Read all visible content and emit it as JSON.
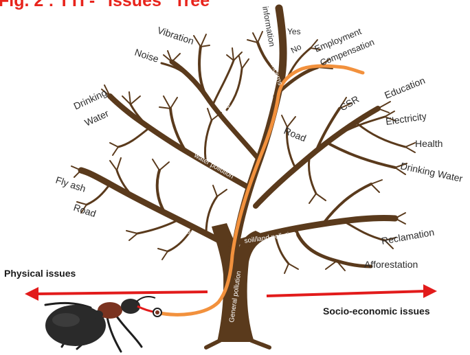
{
  "title": "Fig. 2 : TTI - \"Issues\" Tree",
  "colors": {
    "title": "#e8241c",
    "wood": "#5a3a1c",
    "path": "#f2913d",
    "arrow": "#e21b1b"
  },
  "left_heading": "Physical issues",
  "right_heading": "Socio-economic  issues",
  "trunk_label": "General  pollution",
  "branch_labels": {
    "air": "Air pollution",
    "water": "water  pollution",
    "noise": "noise  pollution",
    "soil": "soil/land  pollution",
    "social": "social  concerns"
  },
  "leaf_labels": {
    "information": "information",
    "yes": "Yes",
    "no": "No",
    "employment": "Employment",
    "compensation": "Compensation",
    "vibration": "Vibration",
    "noise": "Noise",
    "drinking_water_left_1": "Drinking",
    "drinking_water_left_2": "Water",
    "fly_ash": "Fly ash",
    "road_left": "Road",
    "csr": "CSR",
    "education": "Education",
    "road_right": "Road",
    "electricity": "Electricity",
    "health": "Health",
    "drinking_water_right": "Drinking Water",
    "reclamation": "Reclamation",
    "afforestation": "Afforestation"
  },
  "icons": [
    "ant-icon"
  ]
}
